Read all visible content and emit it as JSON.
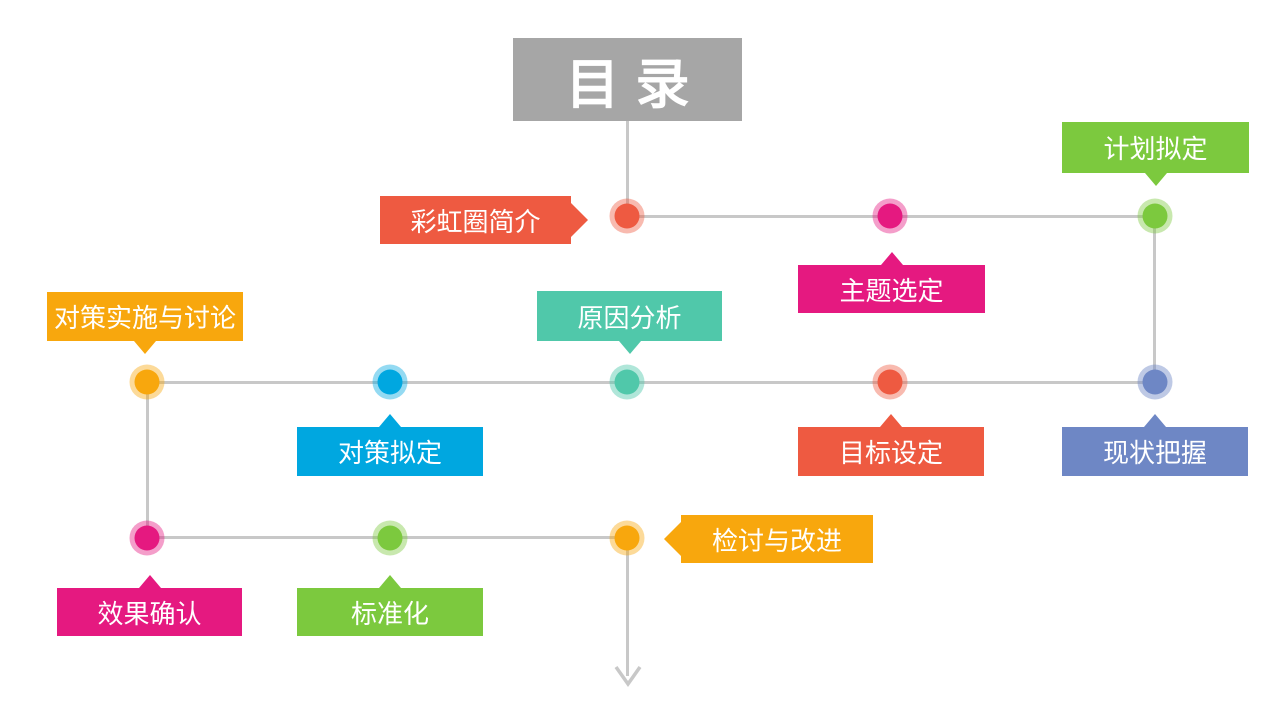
{
  "title": {
    "text": "目录"
  },
  "colors": {
    "title_bg": "#a6a6a6",
    "connector": "#c8c8c8",
    "orange": "#ee5a41",
    "pink": "#e51980",
    "green": "#7cc93e",
    "yellow": "#f8a70d",
    "blue": "#00a7e0",
    "teal": "#50c8aa",
    "purple": "#6e87c5"
  },
  "nodes": [
    {
      "id": "rainbow-intro",
      "label": "彩虹圈简介",
      "color": "#ee5a41"
    },
    {
      "id": "theme-selection",
      "label": "主题选定",
      "color": "#e51980"
    },
    {
      "id": "plan-drafting",
      "label": "计划拟定",
      "color": "#7cc93e"
    },
    {
      "id": "countermeasure-implementation-discussion",
      "label": "对策实施与讨论",
      "color": "#f8a70d"
    },
    {
      "id": "countermeasure-drafting",
      "label": "对策拟定",
      "color": "#00a7e0"
    },
    {
      "id": "cause-analysis",
      "label": "原因分析",
      "color": "#50c8aa"
    },
    {
      "id": "goal-setting",
      "label": "目标设定",
      "color": "#ee5a41"
    },
    {
      "id": "status-grasp",
      "label": "现状把握",
      "color": "#6e87c5"
    },
    {
      "id": "effect-confirmation",
      "label": "效果确认",
      "color": "#e51980"
    },
    {
      "id": "standardization",
      "label": "标准化",
      "color": "#7cc93e"
    },
    {
      "id": "review-improvement",
      "label": "检讨与改进",
      "color": "#f8a70d"
    }
  ]
}
